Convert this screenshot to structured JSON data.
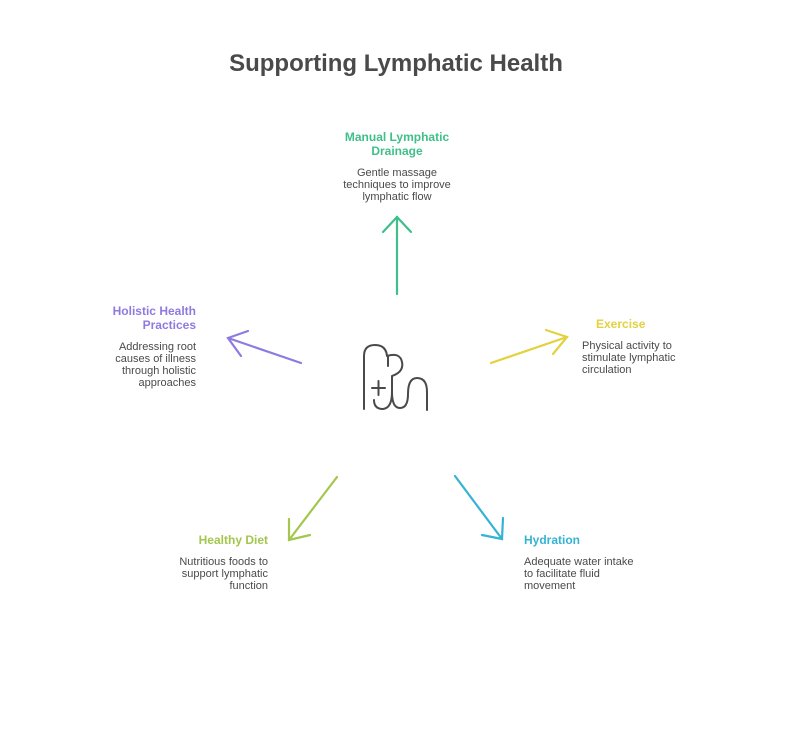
{
  "title": "Supporting Lymphatic Health",
  "center_icon": "lymphatic-vessel-icon",
  "nodes": {
    "drainage": {
      "title": "Manual Lymphatic Drainage",
      "title_line1": "Manual Lymphatic",
      "title_line2": "Drainage",
      "desc_line1": "Gentle massage",
      "desc_line2": "techniques to improve",
      "desc_line3": "lymphatic flow",
      "color": "#3fbf8a"
    },
    "exercise": {
      "title": "Exercise",
      "desc_line1": "Physical activity to",
      "desc_line2": "stimulate lymphatic",
      "desc_line3": "circulation",
      "color": "#e3d13f"
    },
    "hydration": {
      "title": "Hydration",
      "desc_line1": "Adequate water intake",
      "desc_line2": "to facilitate fluid",
      "desc_line3": "movement",
      "color": "#35b3d3"
    },
    "diet": {
      "title": "Healthy Diet",
      "desc_line1": "Nutritious foods to",
      "desc_line2": "support lymphatic",
      "desc_line3": "function",
      "color": "#a3c64c"
    },
    "holistic": {
      "title": "Holistic Health Practices",
      "title_line1": "Holistic Health",
      "title_line2": "Practices",
      "desc_line1": "Addressing root",
      "desc_line2": "causes of illness",
      "desc_line3": "through holistic",
      "desc_line4": "approaches",
      "color": "#8f7ae0"
    }
  }
}
